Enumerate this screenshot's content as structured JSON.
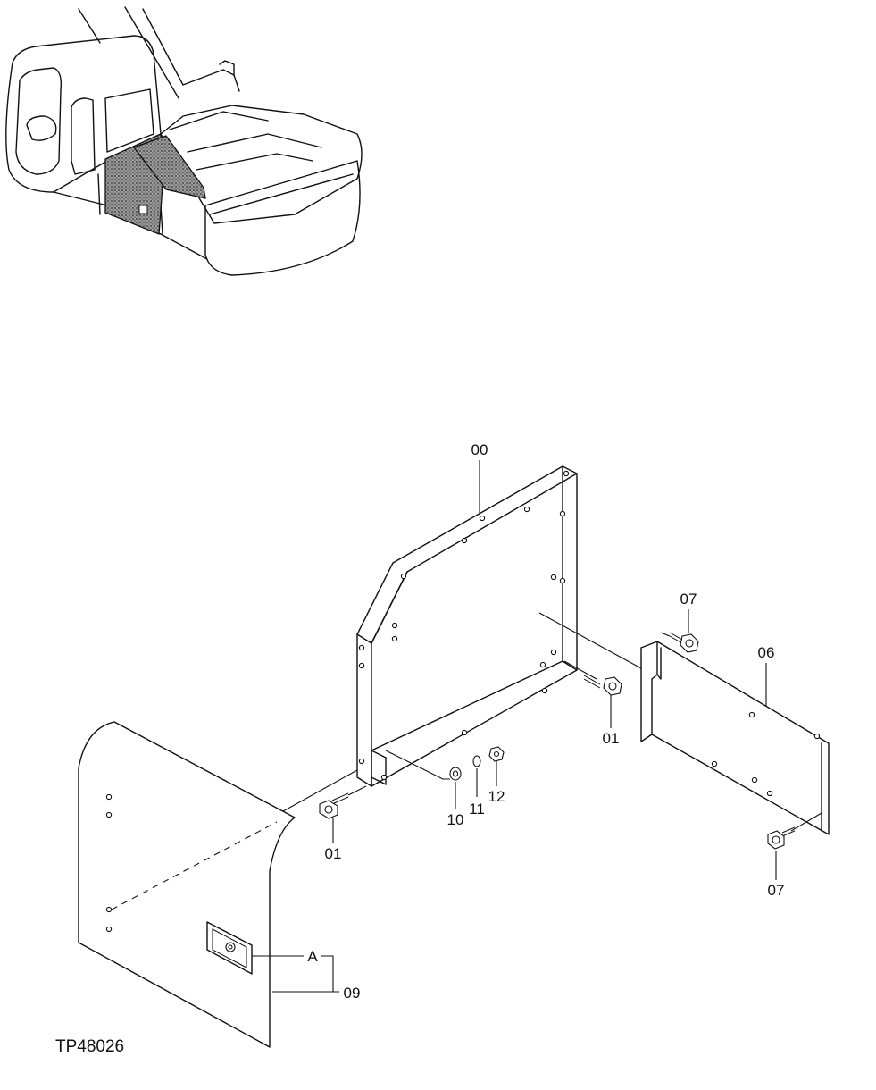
{
  "drawing_code": "TP48026",
  "callouts": {
    "frame": "00",
    "bolt_frame_right": "01",
    "bolt_lower_left": "01",
    "plate": "06",
    "bolt_plate_top": "07",
    "bolt_plate_bottom": "07",
    "cover": "09",
    "detail_a": "A",
    "washer_10": "10",
    "washer_11": "11",
    "nut_12": "12"
  }
}
